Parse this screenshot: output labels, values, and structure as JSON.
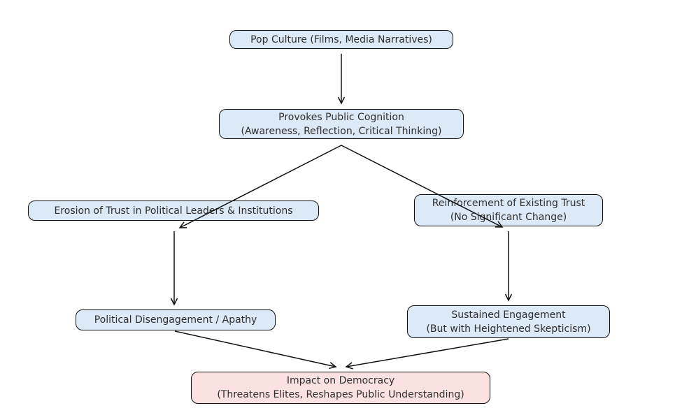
{
  "diagram": {
    "title": "",
    "background": "#ffffff",
    "colors": {
      "blue": "#dce9f7",
      "pink": "#fbe2e1",
      "border": "#101010",
      "arrow": "#101010",
      "text": "#2e2e2e"
    },
    "nodes": [
      {
        "id": "pop-culture",
        "fill": "blue",
        "lines": [
          "Pop Culture (Films, Media Narratives)"
        ]
      },
      {
        "id": "provokes-cognition",
        "fill": "blue",
        "lines": [
          "Provokes Public Cognition",
          "(Awareness, Reflection, Critical Thinking)"
        ]
      },
      {
        "id": "erosion-trust",
        "fill": "blue",
        "lines": [
          "Erosion of Trust in Political Leaders & Institutions"
        ]
      },
      {
        "id": "reinforcement-trust",
        "fill": "blue",
        "lines": [
          "Reinforcement of Existing Trust",
          "(No Significant Change)"
        ]
      },
      {
        "id": "political-disengagement",
        "fill": "blue",
        "lines": [
          "Political Disengagement / Apathy"
        ]
      },
      {
        "id": "sustained-engagement",
        "fill": "blue",
        "lines": [
          "Sustained Engagement",
          "(But with Heightened Skepticism)"
        ]
      },
      {
        "id": "impact-democracy",
        "fill": "pink",
        "lines": [
          "Impact on Democracy",
          "(Threatens Elites, Reshapes Public Understanding)"
        ]
      }
    ],
    "edges": [
      {
        "from": "pop-culture",
        "to": "provokes-cognition"
      },
      {
        "from": "provokes-cognition",
        "to": "erosion-trust"
      },
      {
        "from": "provokes-cognition",
        "to": "reinforcement-trust"
      },
      {
        "from": "erosion-trust",
        "to": "political-disengagement"
      },
      {
        "from": "reinforcement-trust",
        "to": "sustained-engagement"
      },
      {
        "from": "political-disengagement",
        "to": "impact-democracy"
      },
      {
        "from": "sustained-engagement",
        "to": "impact-democracy"
      }
    ]
  }
}
